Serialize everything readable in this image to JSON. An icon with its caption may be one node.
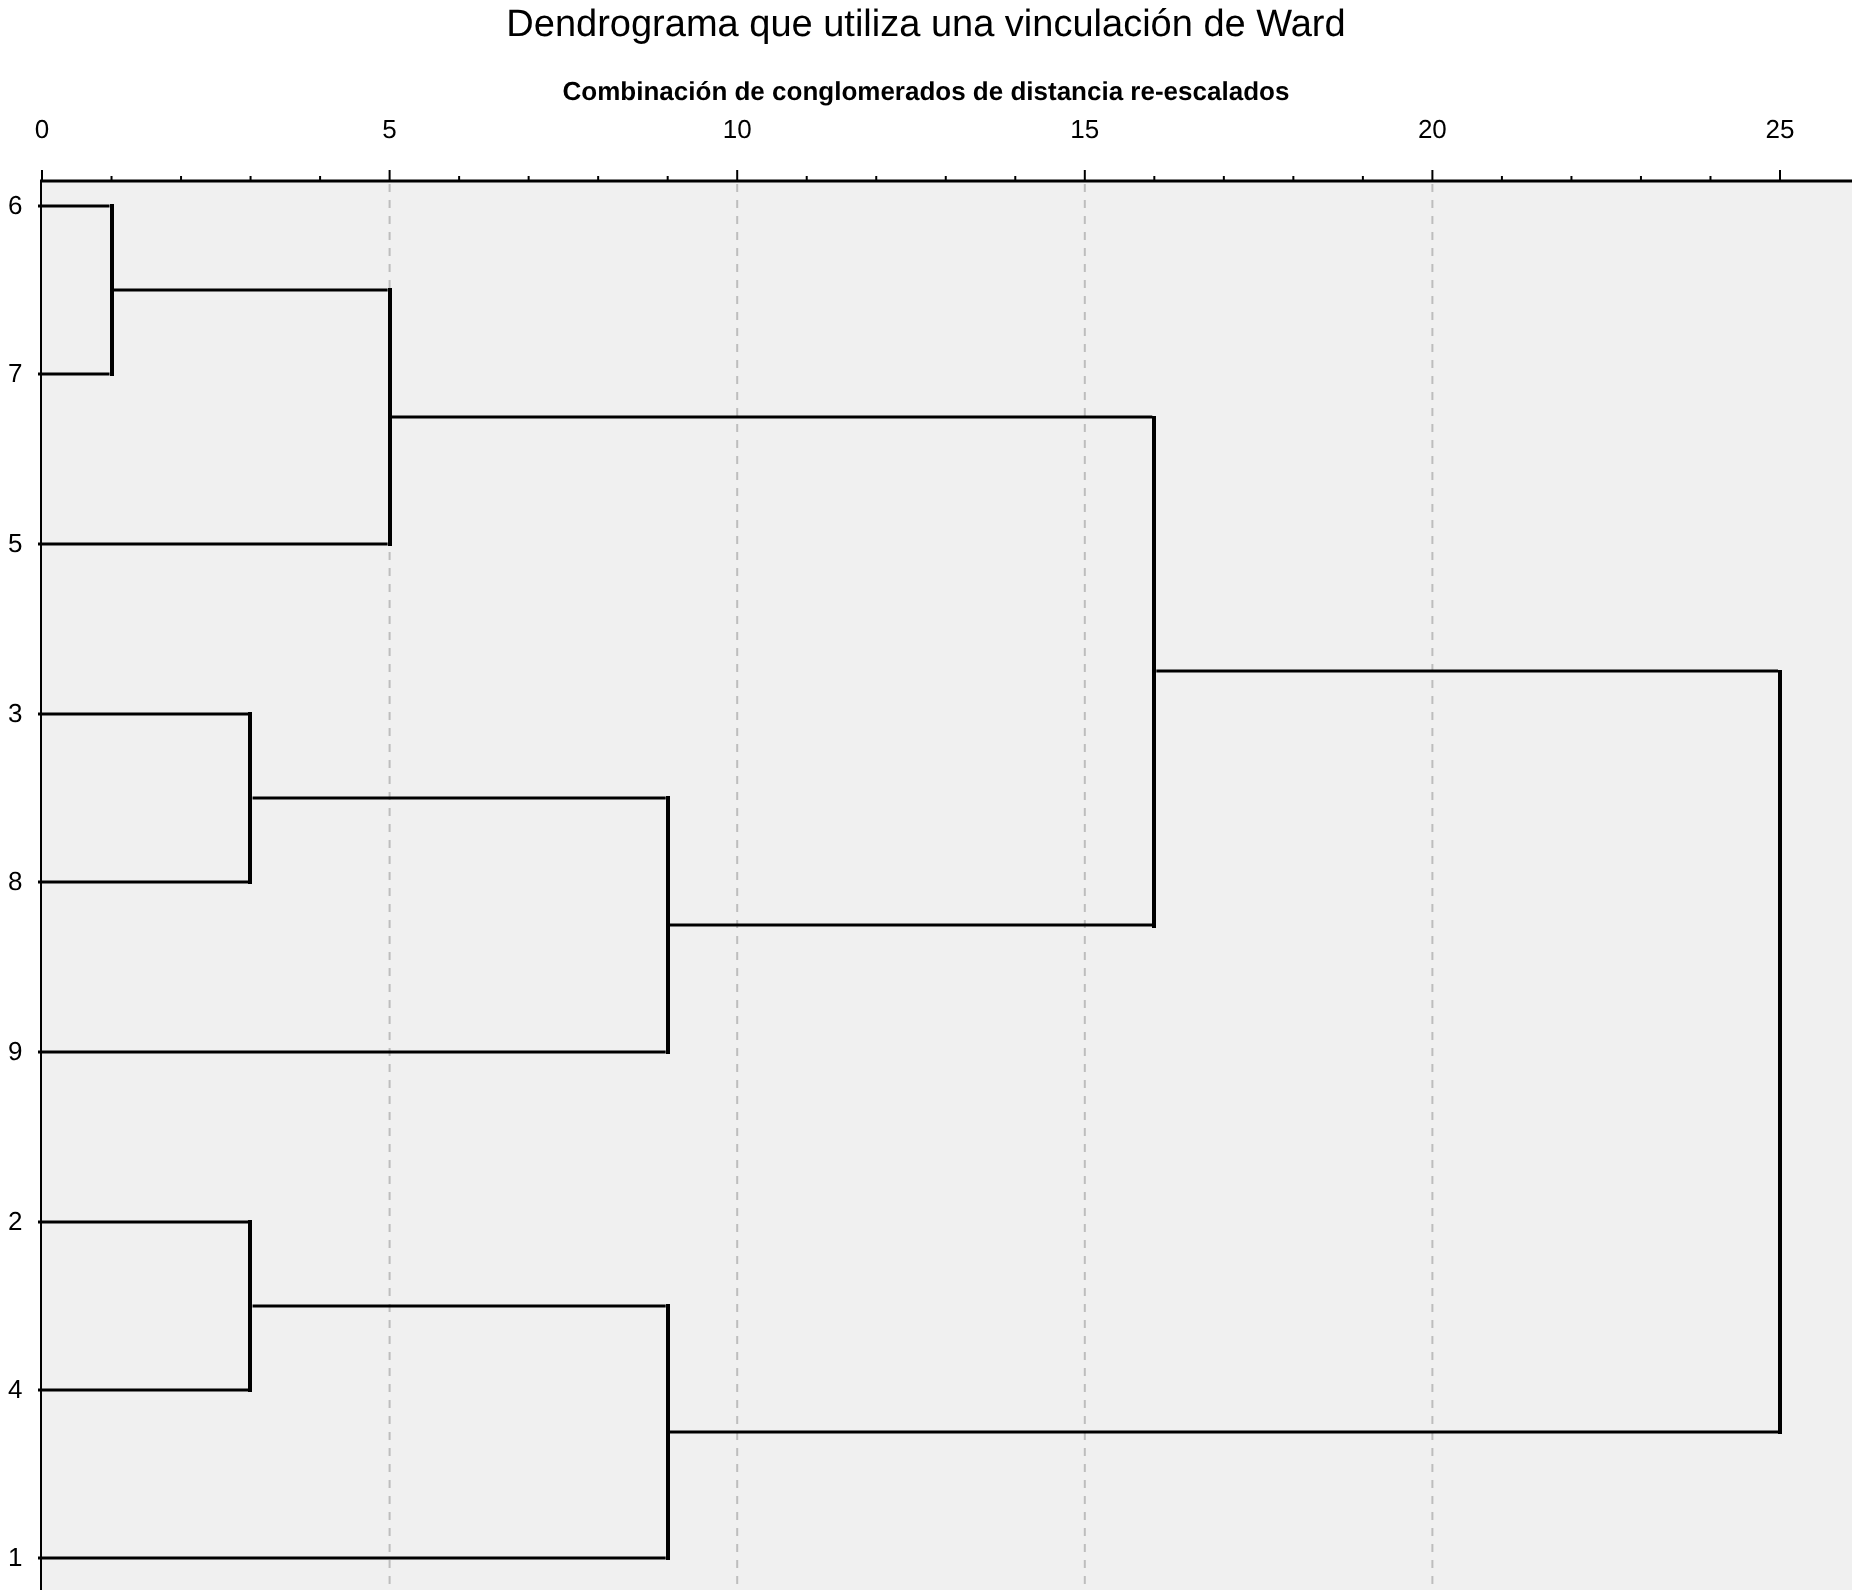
{
  "diagram": {
    "title": "Dendrograma que utiliza una vinculación de Ward",
    "nodes": [
      {
        "text": [
          "6"
        ]
      },
      {
        "text": [
          "7"
        ]
      },
      {
        "text": [
          "5"
        ]
      },
      {
        "text": [
          "3"
        ]
      },
      {
        "text": [
          "8"
        ]
      },
      {
        "text": [
          "9"
        ]
      },
      {
        "text": [
          "2"
        ]
      },
      {
        "text": [
          "4"
        ]
      },
      {
        "text": [
          "1"
        ]
      },
      {
        "text": [],
        "shape": "bar"
      },
      {
        "text": [],
        "shape": "bar"
      },
      {
        "text": [],
        "shape": "bar"
      },
      {
        "text": [],
        "shape": "bar"
      },
      {
        "text": [],
        "shape": "bar"
      },
      {
        "text": [],
        "shape": "bar"
      },
      {
        "text": [],
        "shape": "bar"
      },
      {
        "text": [],
        "shape": "bar"
      }
    ],
    "edges": [
      {
        "from": 0,
        "to": 9,
        "arrow": "none"
      },
      {
        "from": 1,
        "to": 9,
        "arrow": "none"
      },
      {
        "from": 9,
        "to": 10,
        "arrow": "none"
      },
      {
        "from": 2,
        "to": 10,
        "arrow": "none"
      },
      {
        "from": 3,
        "to": 11,
        "arrow": "none"
      },
      {
        "from": 4,
        "to": 11,
        "arrow": "none"
      },
      {
        "from": 11,
        "to": 12,
        "arrow": "none"
      },
      {
        "from": 5,
        "to": 12,
        "arrow": "none"
      },
      {
        "from": 10,
        "to": 13,
        "arrow": "none"
      },
      {
        "from": 12,
        "to": 13,
        "arrow": "none"
      },
      {
        "from": 6,
        "to": 14,
        "arrow": "none"
      },
      {
        "from": 7,
        "to": 14,
        "arrow": "none"
      },
      {
        "from": 14,
        "to": 15,
        "arrow": "none"
      },
      {
        "from": 8,
        "to": 15,
        "arrow": "none"
      },
      {
        "from": 13,
        "to": 16,
        "arrow": "none"
      },
      {
        "from": 15,
        "to": 16,
        "arrow": "none"
      }
    ],
    "labels": [
      "Combinación de conglomerados de distancia re-escalados",
      "0",
      "5",
      "10",
      "15",
      "20",
      "25"
    ]
  }
}
